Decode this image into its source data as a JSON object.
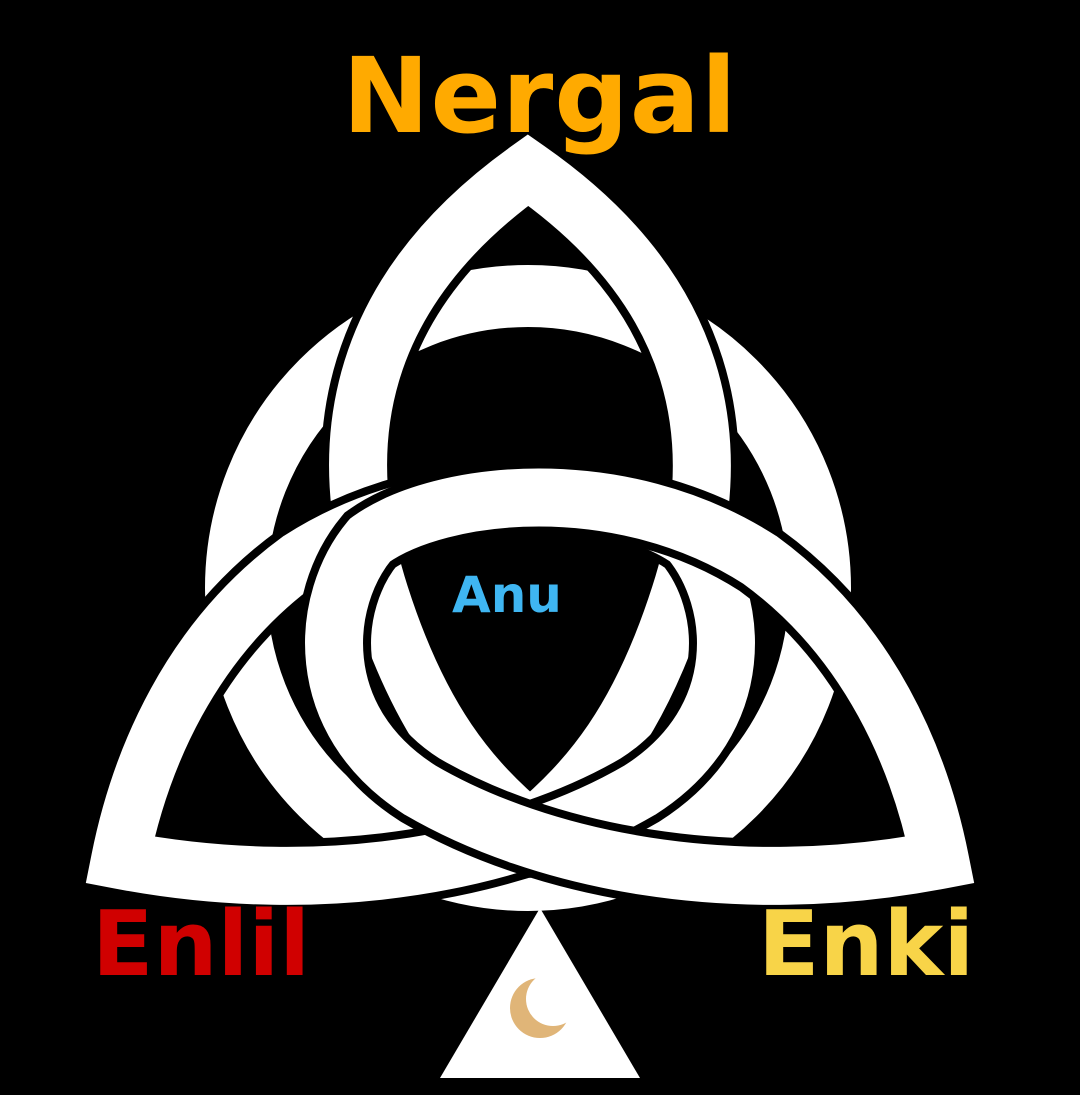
{
  "symbol": {
    "type": "triquetra-with-circle",
    "knot_color": "#ffffff",
    "background_color": "#000000"
  },
  "labels": {
    "top": {
      "text": "Nergal",
      "color": "#ffaa00"
    },
    "center": {
      "text": "Anu",
      "color": "#3fb6f2"
    },
    "left": {
      "text": "Enlil",
      "color": "#d00000"
    },
    "right": {
      "text": "Enki",
      "color": "#f8d448"
    }
  },
  "emblem": {
    "shape": "triangle",
    "color": "#ffffff",
    "icon": "crescent-moon-icon",
    "icon_color": "#e0b578"
  }
}
